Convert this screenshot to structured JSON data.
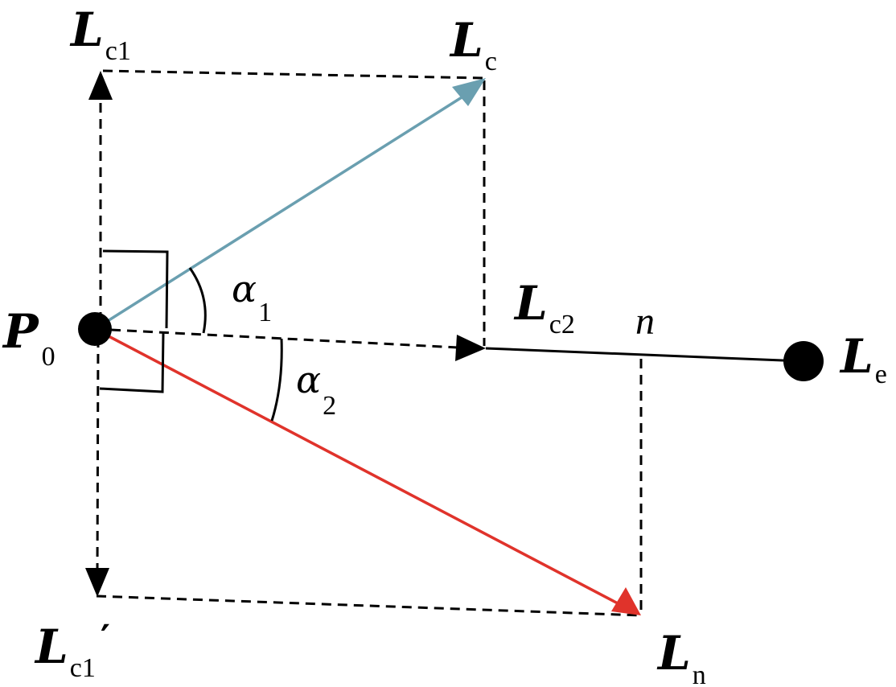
{
  "colors": {
    "blue_vector": "#6a9fb0",
    "red_vector": "#e0332b",
    "black": "#000000"
  },
  "labels": {
    "Lc1": {
      "main": "L",
      "sub": "c1"
    },
    "Lc": {
      "main": "L",
      "sub": "c"
    },
    "P0": {
      "main": "P",
      "sub": "0"
    },
    "alpha1": {
      "main": "α",
      "sub": "1"
    },
    "alpha2": {
      "main": "α",
      "sub": "2"
    },
    "Lc2": {
      "main": "L",
      "sub": "c2"
    },
    "n": {
      "main": "n"
    },
    "Le": {
      "main": "L",
      "sub": "e"
    },
    "Lc1p": {
      "main": "L",
      "sub": "c1",
      "prime": "′"
    },
    "Ln": {
      "main": "L",
      "sub": "n"
    }
  }
}
